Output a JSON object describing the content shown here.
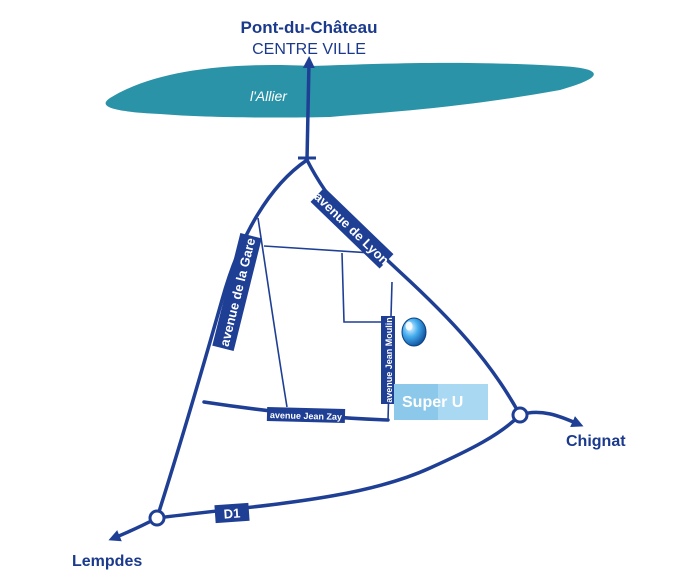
{
  "places": {
    "north_title": "Pont-du-Château",
    "north_sub": "CENTRE VILLE",
    "east": "Chignat",
    "southwest": "Lempdes"
  },
  "river": {
    "label": "l'Allier"
  },
  "roads": {
    "gare": "avenue de la Gare",
    "lyon": "avenue de Lyon",
    "jean_zay": "avenue Jean Zay",
    "jean_moulin": "avenue Jean Moulin",
    "d1": "D1"
  },
  "store": {
    "label": "Super U"
  },
  "colors": {
    "road": "#1f3f95",
    "river": "#2a93a8",
    "store_bg": "#a9d8f2",
    "pin": "#3fa2e0",
    "text": "#1b3a8c"
  },
  "icons": {
    "store_marker": "location-drop-icon"
  }
}
